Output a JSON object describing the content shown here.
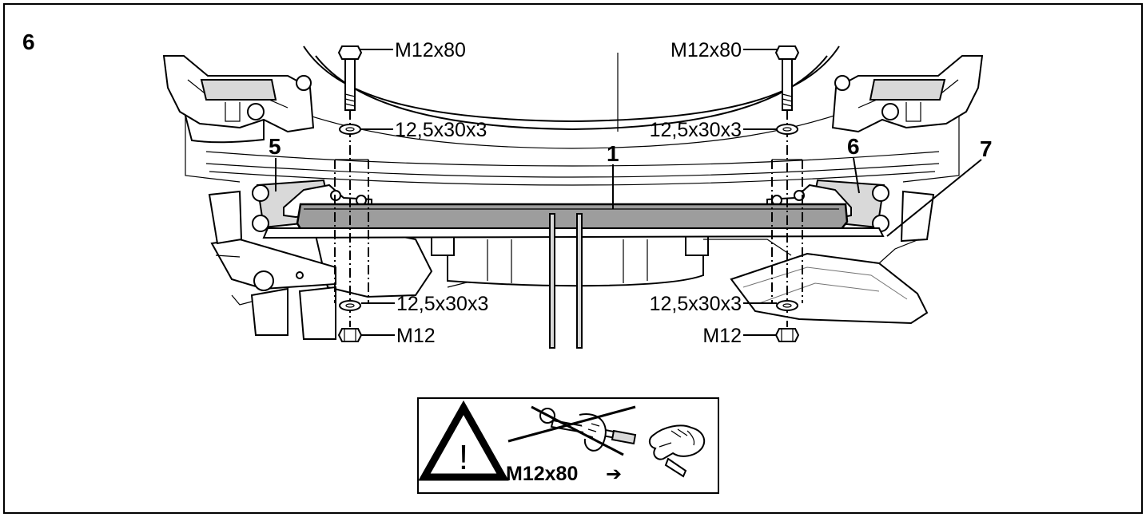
{
  "step_number": "6",
  "labels": {
    "bolt_left": "M12x80",
    "bolt_right": "M12x80",
    "washer_top_left": "12,5x30x3",
    "washer_top_right": "12,5x30x3",
    "washer_bottom_left": "12,5x30x3",
    "washer_bottom_right": "12,5x30x3",
    "nut_left": "M12",
    "nut_right": "M12"
  },
  "part_numbers": {
    "crossbar": "1",
    "bracket_left": "5",
    "bracket_right": "6",
    "cover": "7"
  },
  "warning": {
    "text": "M12x80",
    "arrow": "➔",
    "icons": [
      "warning-triangle-icon",
      "torque-wrench-crossed-icon",
      "hand-tighten-icon"
    ]
  }
}
